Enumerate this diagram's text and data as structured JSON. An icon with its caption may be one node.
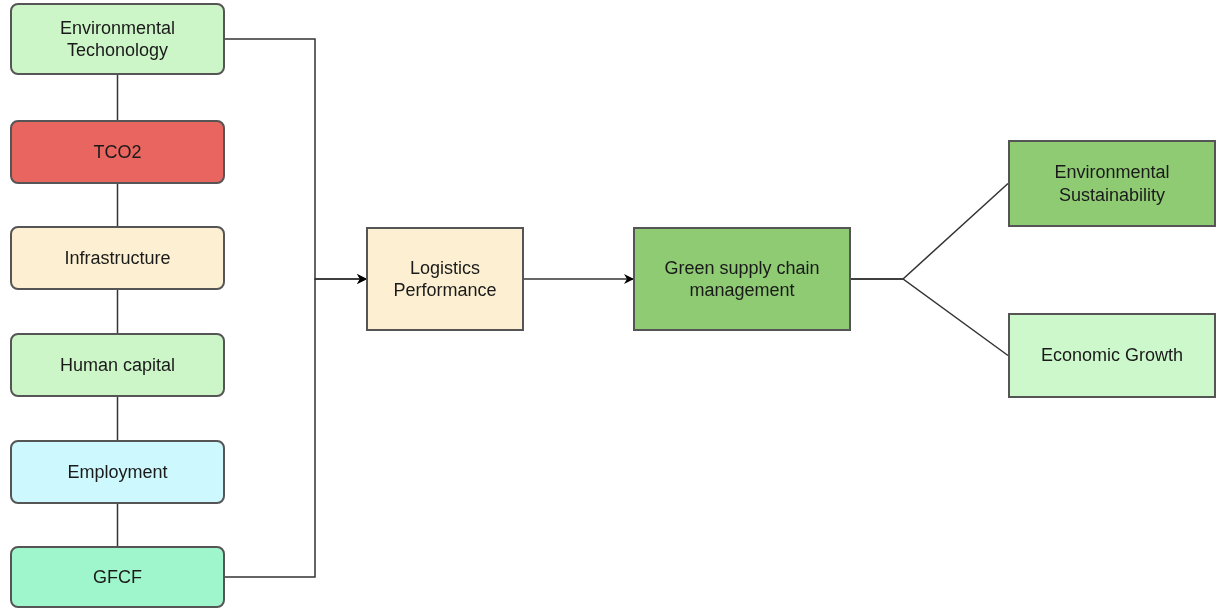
{
  "diagram": {
    "nodes": [
      {
        "text": [
          "Environmental Techonology"
        ]
      },
      {
        "text": [
          "TCO2"
        ]
      },
      {
        "text": [
          "Infrastructure"
        ]
      },
      {
        "text": [
          "Human capital"
        ]
      },
      {
        "text": [
          "Employment"
        ]
      },
      {
        "text": [
          "GFCF"
        ]
      },
      {
        "text": [
          "Logistics Performance"
        ]
      },
      {
        "text": [
          "Green supply chain management"
        ]
      },
      {
        "text": [
          "Environmental Sustainability"
        ]
      },
      {
        "text": [
          "Economic Growth"
        ]
      }
    ],
    "edges": [
      {
        "from": 0,
        "to": 1,
        "arrow": "none"
      },
      {
        "from": 1,
        "to": 2,
        "arrow": "none"
      },
      {
        "from": 2,
        "to": 3,
        "arrow": "none"
      },
      {
        "from": 3,
        "to": 4,
        "arrow": "none"
      },
      {
        "from": 4,
        "to": 5,
        "arrow": "none"
      },
      {
        "from": 0,
        "to": 6,
        "arrow": "to"
      },
      {
        "from": 5,
        "to": 6,
        "arrow": "to"
      },
      {
        "from": 6,
        "to": 7,
        "arrow": "to"
      },
      {
        "from": 7,
        "to": 8,
        "arrow": "none"
      },
      {
        "from": 7,
        "to": 9,
        "arrow": "none"
      }
    ]
  }
}
